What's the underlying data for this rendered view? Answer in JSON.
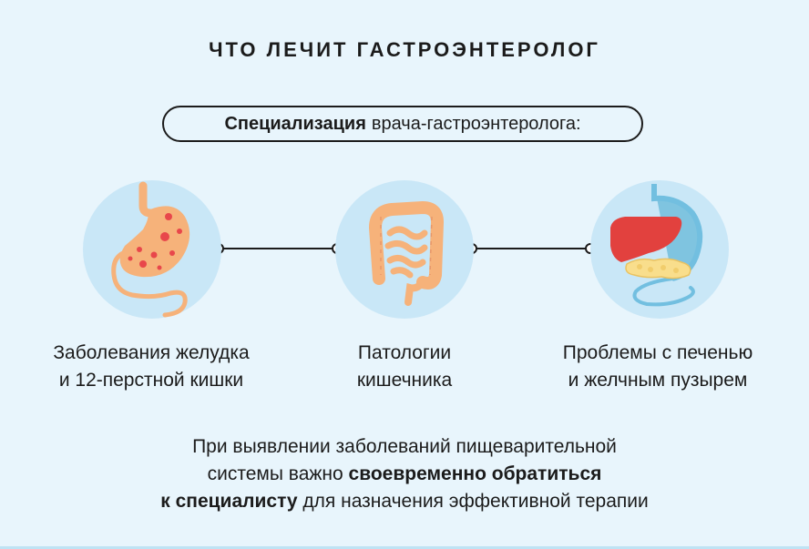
{
  "title": "ЧТО ЛЕЧИТ ГАСТРОЭНТЕРОЛОГ",
  "subtitle": {
    "bold": "Специализация",
    "rest": "врача-гастроэнтеролога:"
  },
  "items": [
    {
      "icon": "stomach-icon",
      "line1": "Заболевания желудка",
      "line2": "и 12-перстной кишки"
    },
    {
      "icon": "intestine-icon",
      "line1": "Патологии",
      "line2": "кишечника"
    },
    {
      "icon": "liver-icon",
      "line1": "Проблемы с печенью",
      "line2": "и желчным пузырем"
    }
  ],
  "footer": {
    "line1": "При выявлении заболеваний пищеварительной",
    "line2_plain": "системы важно",
    "line2_bold": "своевременно обратиться",
    "line3_bold": "к специалисту",
    "line3_plain": "для назначения эффективной терапии"
  },
  "colors": {
    "background": "#e8f5fc",
    "circle": "#c9e7f7",
    "organ": "#f6b27a",
    "spot": "#e8474b",
    "liver": "#e2413e",
    "duct": "#72bfe0",
    "pancreas": "#f9de8c"
  }
}
